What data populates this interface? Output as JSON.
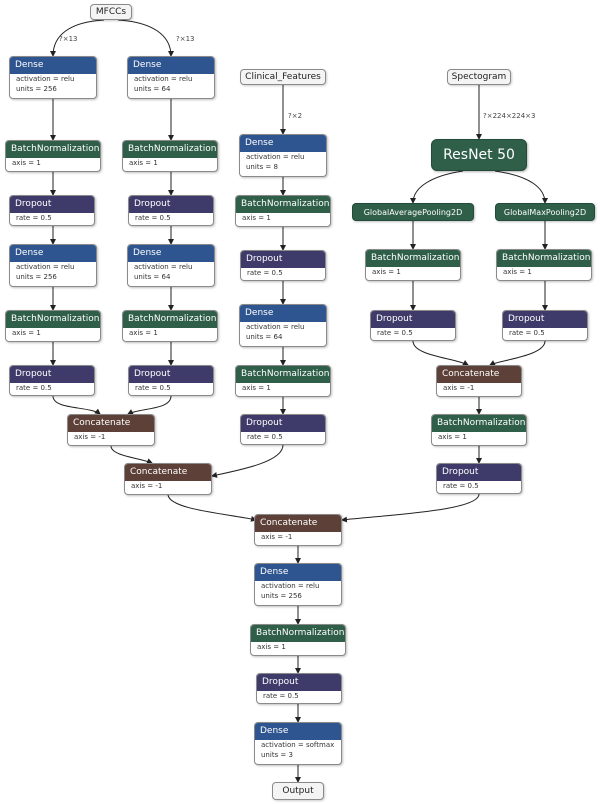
{
  "colors": {
    "dense": "#2e5590",
    "batchnorm": "#2f5e49",
    "dropout": "#3e3b6a",
    "concatenate": "#5d4037",
    "edge": "#222222"
  },
  "labels": {
    "mfccs": "MFCCs",
    "clinical": "Clinical_Features",
    "spectogram": "Spectogram",
    "resnet": "ResNet 50",
    "gap": "GlobalAveragePooling2D",
    "gmp": "GlobalMaxPooling2D",
    "output": "Output",
    "dense": "Dense",
    "batchnorm": "BatchNormalization",
    "dropout": "Dropout",
    "concatenate": "Concatenate"
  },
  "params": {
    "relu_256": [
      "activation = relu",
      "units = 256"
    ],
    "relu_64": [
      "activation = relu",
      "units = 64"
    ],
    "relu_8": [
      "activation = relu",
      "units = 8"
    ],
    "softmax_3": [
      "activation = softmax",
      "units = 3"
    ],
    "axis_1": [
      "axis = 1"
    ],
    "axis_neg1": [
      "axis = -1"
    ],
    "rate_05": [
      "rate = 0.5"
    ]
  },
  "shapes": {
    "mfcc_left": "?×13",
    "mfcc_right": "?×13",
    "clinical": "?×2",
    "spectogram": "?×224×224×3"
  }
}
